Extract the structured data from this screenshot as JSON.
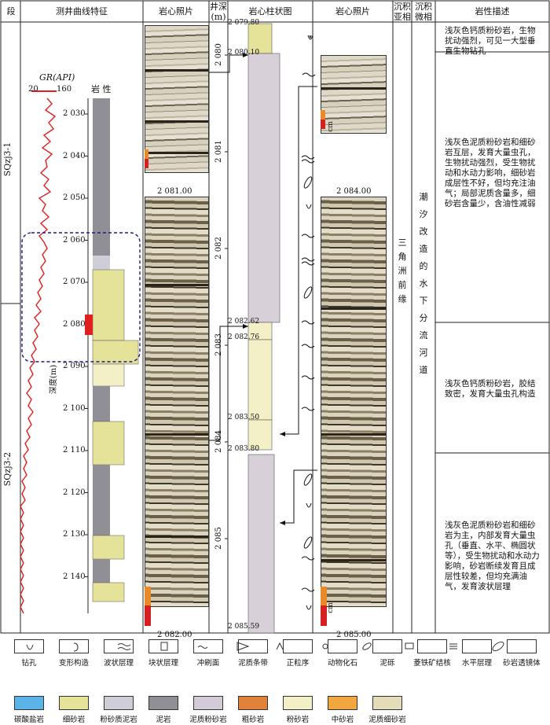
{
  "headers": {
    "segment": "段",
    "log_features": "测井曲线特征",
    "core_photo_1": "岩心照片",
    "depth": "井深\n(m)",
    "core_column": "岩心柱状图",
    "core_photo_2": "岩心照片",
    "sub_facies": "沉积亚相",
    "micro_facies": "沉积微相",
    "lithology_desc": "岩性描述"
  },
  "segments": [
    "SQzj3-1",
    "SQzj3-2"
  ],
  "log": {
    "gr_label": "GR(API)",
    "gr_min": "20",
    "gr_max": "160",
    "lithology_label": "岩 性",
    "depth_axis_label": "深度(m)",
    "depth_ticks": [
      "2 030",
      "2 040",
      "2 050",
      "2 060",
      "2 070",
      "2 080",
      "2 090",
      "2 100",
      "2 110",
      "2 120",
      "2 130",
      "2 140"
    ]
  },
  "core_photos": {
    "photo1_bottom": "2 081.00",
    "photo2_bottom": "2 082.00",
    "photo3_bottom": "2 084.00",
    "photo4_bottom": "2 085.00",
    "scale_label": "cm"
  },
  "depth_column": {
    "ticks": [
      "2 080",
      "2 081",
      "2 082",
      "2 083",
      "2 084",
      "2 085"
    ],
    "boundaries": [
      "2 079.80",
      "2 080.10",
      "2 082.62",
      "2 082.76",
      "2 083.50",
      "2 083.80",
      "2 085.59"
    ]
  },
  "sub_facies": "三角洲前缘",
  "micro_facies": "潮汐改造的水下分流河道",
  "descriptions": [
    "浅灰色钙质粉砂岩，生物扰动强烈，可见一大型垂直生物钻孔",
    "浅灰色泥质粉砂岩和细砂岩互层，发育大量虫孔，生物扰动强烈，受生物扰动和水动力影响，细砂岩成层性不好，但均充注油气；局部泥质含量多，细砂岩含量少，含油性减弱",
    "浅灰色钙质粉砂岩，胶结致密，发育大量虫孔构造",
    "浅灰色泥质粉砂岩和细砂岩为主，内部发育大量虫孔（垂直、水平、椭圆状等），受生物扰动和水动力影响，砂岩断续发育且成层性较差，但均充满油气，发育波状层理"
  ],
  "legend": [
    {
      "label": "钻孔",
      "icon": "borehole-icon"
    },
    {
      "label": "变形构造",
      "icon": "deformation-icon"
    },
    {
      "label": "波状层理",
      "icon": "wavy-bedding-icon"
    },
    {
      "label": "块状层理",
      "icon": "massive-bedding-icon"
    },
    {
      "label": "冲刷面",
      "icon": "scour-surface-icon"
    },
    {
      "label": "泥质条带",
      "icon": "mud-stripe-icon"
    },
    {
      "label": "正粒序",
      "icon": "normal-grading-icon"
    },
    {
      "label": "动物化石",
      "icon": "fossil-icon"
    },
    {
      "label": "泥砾",
      "icon": "mud-gravel-icon"
    },
    {
      "label": "菱铁矿结核",
      "icon": "siderite-nodule-icon"
    },
    {
      "label": "水平层理",
      "icon": "horizontal-bedding-icon"
    },
    {
      "label": "砂岩透镜体",
      "icon": "sand-lens-icon"
    },
    {
      "label": "碳酸盐岩",
      "color": "#5ab4e8"
    },
    {
      "label": "细砂岩",
      "color": "#e5e29a"
    },
    {
      "label": "粉砂质泥岩",
      "color": "#cfcdd8"
    },
    {
      "label": "泥岩",
      "color": "#8f8f95"
    },
    {
      "label": "泥质粉砂岩",
      "color": "#d3ccd8"
    },
    {
      "label": "粗砂岩",
      "color": "#e0823a"
    },
    {
      "label": "粉砂岩",
      "color": "#f3f0c8"
    },
    {
      "label": "中砂岩",
      "color": "#f2a640"
    },
    {
      "label": "泥质细砂岩",
      "color": "#e4dcb8"
    }
  ]
}
